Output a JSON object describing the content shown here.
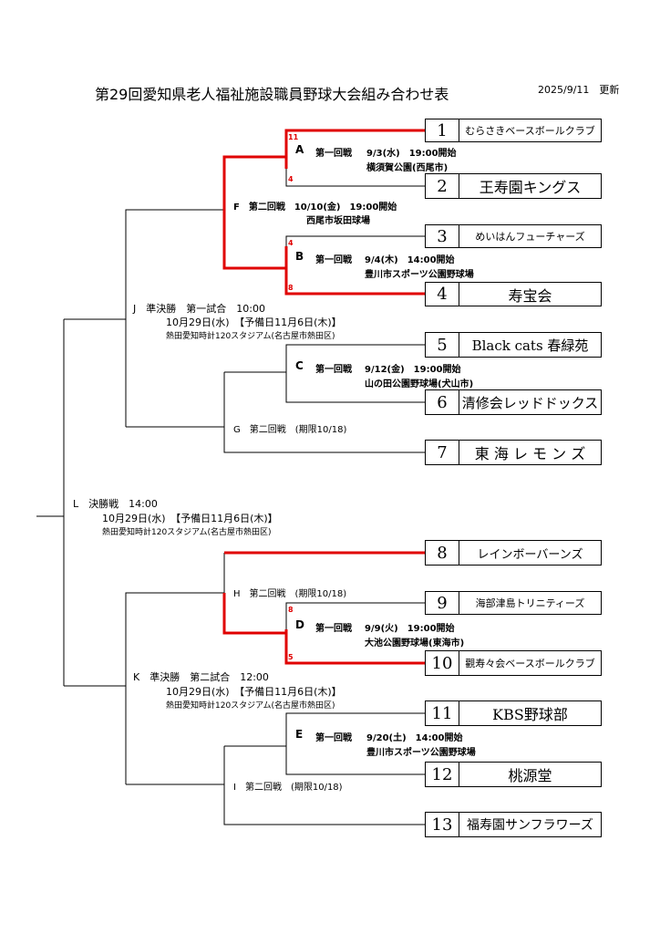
{
  "title": "第29回愛知県老人福祉施設職員野球大会組み合わせ表",
  "updated": "2025/9/11　更新",
  "teams": [
    {
      "num": "1",
      "name": "むらさきベースボールクラブ"
    },
    {
      "num": "2",
      "name": "王寿園キングス"
    },
    {
      "num": "3",
      "name": "めいはんフューチャーズ"
    },
    {
      "num": "4",
      "name": "寿宝会"
    },
    {
      "num": "5",
      "name": "Black cats 春緑苑"
    },
    {
      "num": "6",
      "name": "清修会レッドドックス"
    },
    {
      "num": "7",
      "name": "東 海 レ モ ン ズ"
    },
    {
      "num": "8",
      "name": "レインボーバーンズ"
    },
    {
      "num": "9",
      "name": "海部津島トリニティーズ"
    },
    {
      "num": "10",
      "name": "觀寿々会ベースボールクラブ"
    },
    {
      "num": "11",
      "name": "KBS野球部"
    },
    {
      "num": "12",
      "name": "桃源堂"
    },
    {
      "num": "13",
      "name": "福寿園サンフラワーズ"
    }
  ],
  "games": {
    "A": {
      "letter": "A",
      "round": "第一回戦",
      "datetime": "9/3(水)　19:00開始",
      "venue": "横須賀公園(西尾市)"
    },
    "B": {
      "letter": "B",
      "round": "第一回戦",
      "datetime": "9/4(木)　14:00開始",
      "venue": "豊川市スポーツ公園野球場"
    },
    "C": {
      "letter": "C",
      "round": "第一回戦",
      "datetime": "9/12(金)　19:00開始",
      "venue": "山の田公園野球場(犬山市)"
    },
    "D": {
      "letter": "D",
      "round": "第一回戦",
      "datetime": "9/9(火)　19:00開始",
      "venue": "大池公園野球場(東海市)"
    },
    "E": {
      "letter": "E",
      "round": "第一回戦",
      "datetime": "9/20(土)　14:00開始",
      "venue": "豊川市スポーツ公園野球場"
    },
    "F": {
      "text": "F　第二回戦　10/10(金)　19:00開始",
      "venue": "西尾市坂田球場"
    },
    "G": {
      "text": "G　第二回戦　(期限10/18)"
    },
    "H": {
      "text": "H　第二回戦　(期限10/18)"
    },
    "I": {
      "text": "I　第二回戦　(期限10/18)"
    },
    "J": {
      "text": "J　準決勝　第一試合　10:00",
      "date": "10月29日(水)　【予備日11月6日(木)】",
      "venue": "熱田愛知時計120スタジアム(名古屋市熱田区)"
    },
    "K": {
      "text": "K　準決勝　第二試合　12:00",
      "date": "10月29日(水)　【予備日11月6日(木)】",
      "venue": "熱田愛知時計120スタジアム(名古屋市熱田区)"
    },
    "L": {
      "text": "L　決勝戦　14:00",
      "date": "10月29日(水)　【予備日11月6日(木)】",
      "venue": "熱田愛知時計120スタジアム(名古屋市熱田区)"
    }
  },
  "scores": {
    "A_top": "11",
    "A_bottom": "4",
    "B_top": "4",
    "B_bottom": "8",
    "D_top": "8",
    "D_bottom": "5"
  },
  "colors": {
    "winner_line": "#e00000",
    "line": "#000000"
  }
}
